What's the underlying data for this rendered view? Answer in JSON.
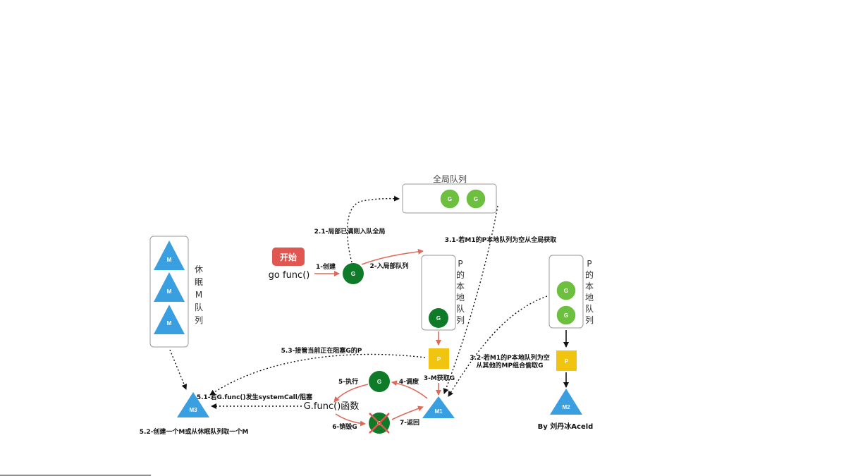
{
  "colors": {
    "g_light": "#6dbf3f",
    "g_dark": "#0f7a28",
    "m_blue": "#3a9fe0",
    "p_yellow": "#f1c40f",
    "arrow_red": "#e06a5a",
    "start_red": "#e05650"
  },
  "nodes": {
    "G": "G",
    "P": "P",
    "M": "M",
    "M1": "M1",
    "M2": "M2",
    "M3": "M3"
  },
  "titles": {
    "global_queue": "全局队列",
    "sleep_queue": "休眠M队列",
    "local_queue": "P的本地队列",
    "start_button": "开始",
    "go_func": "go func()",
    "g_func": "G.func()函数",
    "author": "By 刘丹冰Aceld"
  },
  "labels": {
    "step1": "1-创建",
    "step2": "2-入局部队列",
    "step2_1": "2.1-局部已满则入队全局",
    "step3_m_get_g": "3-M获取G",
    "step3_1": "3.1-若M1的P本地队列为空从全局获取",
    "step3_2_line1": "3.2-若M1的P本地队列为空",
    "step3_2_line2": "从其他的MP组合偷取G",
    "step4": "4-调度",
    "step5": "5-执行",
    "step6": "6-销毁G",
    "step7": "7-返回",
    "step5_1": "5.1-若G.func()发生systemCall/阻塞",
    "step5_2": "5.2-创建一个M或从休眠队列取一个M",
    "step5_3": "5.3-接管当前正在阻塞G的P"
  }
}
